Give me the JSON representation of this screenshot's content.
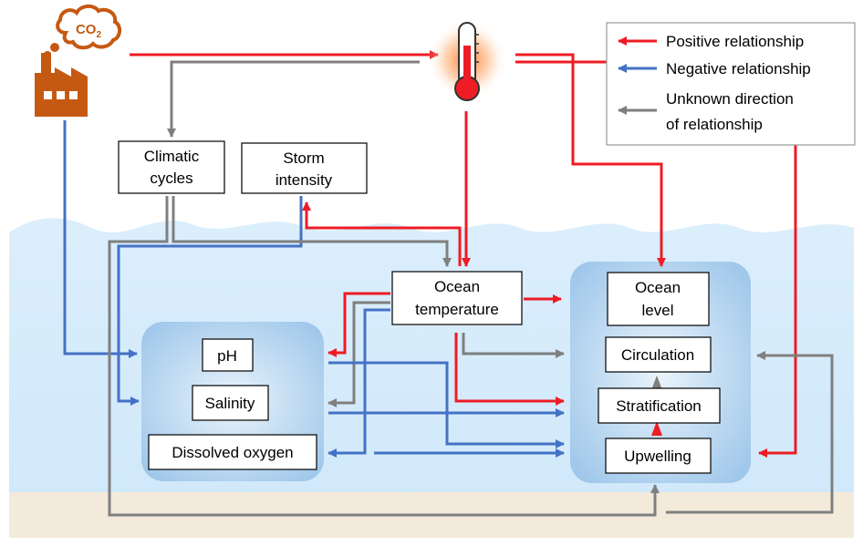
{
  "legend": {
    "positive": "Positive relationship",
    "negative": "Negative relationship",
    "unknown_line1": "Unknown direction",
    "unknown_line2": "of relationship"
  },
  "icons": {
    "co2_text": "CO2",
    "factory": "factory-icon",
    "thermometer": "thermometer-icon"
  },
  "nodes": {
    "climatic_cycles": [
      "Climatic",
      "cycles"
    ],
    "storm_intensity": [
      "Storm",
      "intensity"
    ],
    "ocean_temperature": [
      "Ocean",
      "temperature"
    ],
    "ocean_level": [
      "Ocean",
      "level"
    ],
    "circulation": "Circulation",
    "stratification": "Stratification",
    "upwelling": "Upwelling",
    "ph": "pH",
    "salinity": "Salinity",
    "dissolved_oxygen": "Dissolved oxygen"
  },
  "colors": {
    "positive": "#ee1c24",
    "negative": "#4472c4",
    "unknown": "#7f7f7f",
    "ocean": "#d6ecfb",
    "seabed": "#f3eadb",
    "cluster": "#b9d7f0",
    "factory": "#c65911"
  }
}
